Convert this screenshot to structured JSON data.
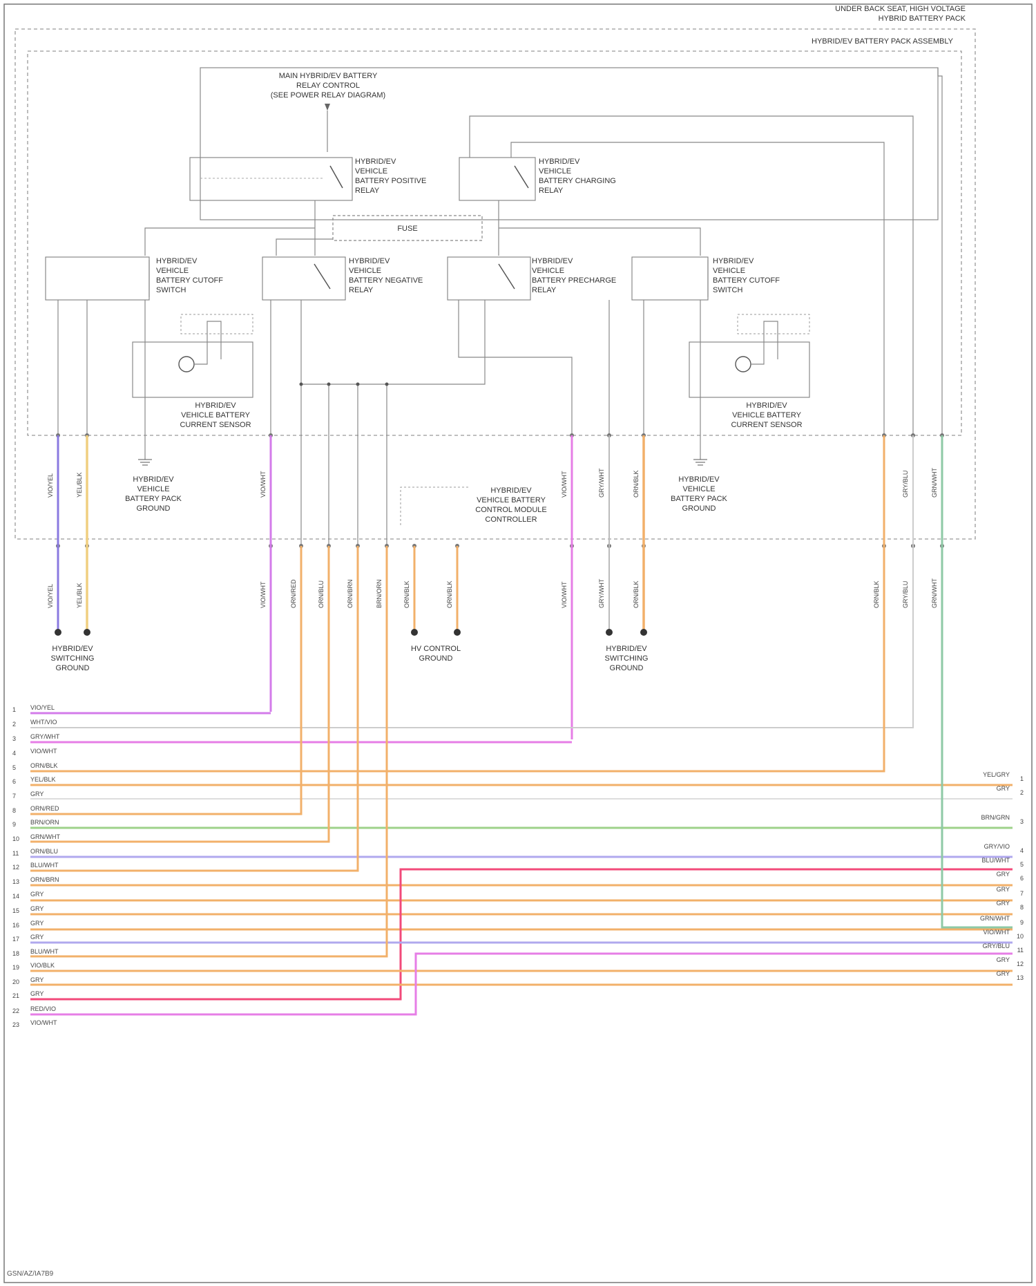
{
  "header": {
    "line1": "UNDER BACK SEAT, HIGH VOLTAGE",
    "line2": "HYBRID BATTERY PACK",
    "inner": "HYBRID/EV BATTERY PACK ASSEMBLY"
  },
  "modules": {
    "main_relay": {
      "l1": "MAIN HYBRID/EV BATTERY",
      "l2": "RELAY CONTROL",
      "l3": "(SEE POWER RELAY DIAGRAM)"
    },
    "pos_relay": {
      "l1": "HYBRID/EV",
      "l2": "VEHICLE",
      "l3": "BATTERY POSITIVE",
      "l4": "RELAY"
    },
    "charge_relay": {
      "l1": "HYBRID/EV",
      "l2": "VEHICLE",
      "l3": "BATTERY CHARGING",
      "l4": "RELAY"
    },
    "fuse": "FUSE",
    "left_cutout": {
      "l1": "HYBRID/EV",
      "l2": "VEHICLE",
      "l3": "BATTERY CUTOFF",
      "l4": "SWITCH"
    },
    "right_cutout": {
      "l1": "HYBRID/EV",
      "l2": "VEHICLE",
      "l3": "BATTERY CUTOFF",
      "l4": "SWITCH"
    },
    "left_neg_relay": {
      "l1": "HYBRID/EV",
      "l2": "VEHICLE",
      "l3": "BATTERY NEGATIVE",
      "l4": "RELAY"
    },
    "right_neg_relay": {
      "l1": "HYBRID/EV",
      "l2": "VEHICLE",
      "l3": "BATTERY PRECHARGE",
      "l4": "RELAY"
    },
    "left_sensor": {
      "l1": "HYBRID/EV",
      "l2": "VEHICLE BATTERY",
      "l3": "CURRENT SENSOR"
    },
    "right_sensor": {
      "l1": "HYBRID/EV",
      "l2": "VEHICLE BATTERY",
      "l3": "CURRENT SENSOR"
    },
    "left_ground": {
      "l1": "HYBRID/EV",
      "l2": "VEHICLE",
      "l3": "BATTERY PACK",
      "l4": "GROUND"
    },
    "right_ground": {
      "l1": "HYBRID/EV",
      "l2": "VEHICLE",
      "l3": "BATTERY PACK",
      "l4": "GROUND"
    },
    "control_mod": {
      "l1": "HYBRID/EV",
      "l2": "VEHICLE BATTERY",
      "l3": "CONTROL MODULE",
      "l4": "CONTROLLER"
    }
  },
  "grounds": [
    {
      "l1": "HYBRID/EV",
      "l2": "SWITCHING",
      "l3": "GROUND"
    },
    {
      "l1": "HV CONTROL",
      "l2": "GROUND"
    },
    {
      "l1": "HYBRID/EV",
      "l2": "SWITCHING",
      "l3": "GROUND"
    }
  ],
  "left_labels": [
    {
      "n": "1",
      "t": "VIO/YEL"
    },
    {
      "n": "2",
      "t": "WHT/VIO"
    },
    {
      "n": "3",
      "t": "GRY/WHT"
    },
    {
      "n": "4",
      "t": "VIO/WHT"
    },
    {
      "n": "5",
      "t": "ORN/BLK"
    },
    {
      "n": "6",
      "t": "YEL/BLK"
    },
    {
      "n": "7",
      "t": "GRY"
    },
    {
      "n": "8",
      "t": "ORN/RED"
    },
    {
      "n": "9",
      "t": "BRN/ORN"
    },
    {
      "n": "10",
      "t": "GRN/WHT"
    },
    {
      "n": "11",
      "t": "ORN/BLU"
    },
    {
      "n": "12",
      "t": "BLU/WHT"
    },
    {
      "n": "13",
      "t": "ORN/BRN"
    },
    {
      "n": "14",
      "t": "GRY"
    },
    {
      "n": "15",
      "t": "GRY"
    },
    {
      "n": "16",
      "t": "GRY"
    },
    {
      "n": "17",
      "t": "GRY"
    },
    {
      "n": "18",
      "t": "BLU/WHT"
    },
    {
      "n": "19",
      "t": "VIO/BLK"
    },
    {
      "n": "20",
      "t": "GRY"
    },
    {
      "n": "21",
      "t": "GRY"
    },
    {
      "n": "22",
      "t": "RED/VIO"
    },
    {
      "n": "23",
      "t": "VIO/WHT"
    }
  ],
  "right_labels": [
    {
      "n": "1",
      "t": "YEL/GRY"
    },
    {
      "n": "2",
      "t": "GRY"
    },
    {
      "n": "3",
      "t": "BRN/GRN"
    },
    {
      "n": "4",
      "t": "GRY/VIO"
    },
    {
      "n": "5",
      "t": "BLU/WHT"
    },
    {
      "n": "6",
      "t": "GRY"
    },
    {
      "n": "7",
      "t": "GRY"
    },
    {
      "n": "8",
      "t": "GRY"
    },
    {
      "n": "9",
      "t": "GRN/WHT"
    },
    {
      "n": "10",
      "t": "VIO/WHT"
    },
    {
      "n": "11",
      "t": "GRY/BLU"
    },
    {
      "n": "12",
      "t": "GRY"
    },
    {
      "n": "13",
      "t": "GRY"
    }
  ],
  "footer": "GSN/AZ/IA7B9"
}
